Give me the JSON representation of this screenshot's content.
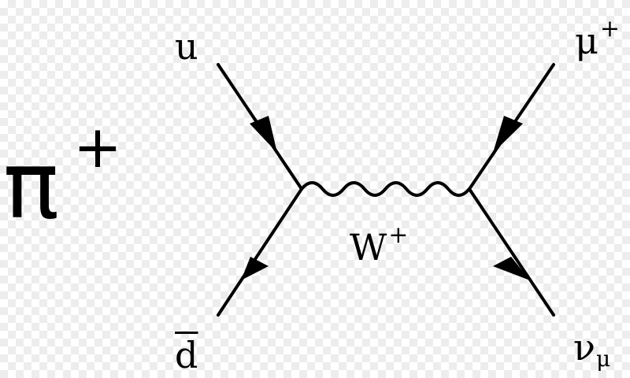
{
  "title": {
    "symbol": "π",
    "charge": "+"
  },
  "particles": {
    "up_quark": "u",
    "anti_down_quark": "d",
    "muon": {
      "symbol": "μ",
      "charge": "+"
    },
    "neutrino": {
      "symbol": "ν",
      "subscript": "μ"
    },
    "w_boson": {
      "symbol": "W",
      "charge": "+"
    }
  },
  "colors": {
    "line": "#000000",
    "background": "#ffffff",
    "checker": "#ededed"
  }
}
